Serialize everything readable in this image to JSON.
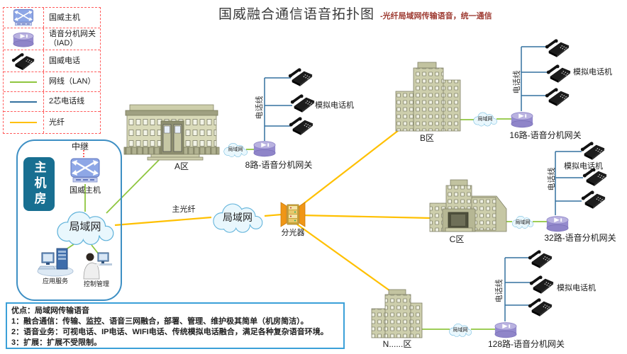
{
  "title": {
    "main": "国威融合通信语音拓扑图",
    "subtitle": "-光纤局域网传输语音，统一通信"
  },
  "legend": {
    "items": [
      {
        "icon": "host-icon",
        "label": "国威主机"
      },
      {
        "icon": "iad-gateway-icon",
        "label": "语音分机网关（IAD）"
      },
      {
        "icon": "phone-icon",
        "label": "国威电话"
      },
      {
        "icon": "lan-line",
        "label": "网线（LAN）",
        "color": "#8fc63f"
      },
      {
        "icon": "phone-line",
        "label": "2芯电话线",
        "color": "#34719f"
      },
      {
        "icon": "fiber-line",
        "label": "光纤",
        "color": "#ffc000"
      }
    ]
  },
  "machine_room": {
    "label": "主机房",
    "trunk": "中继",
    "host": "国威主机",
    "lan_cloud": "局域网",
    "app_service": "应用服务",
    "control_mgmt": "控制管理"
  },
  "backbone": {
    "main_fiber": "主光纤",
    "lan_cloud": "局域网",
    "splitter": "分光器"
  },
  "zones": [
    {
      "name": "A区",
      "cloud": "局域网",
      "gateway": "8路-语音分机网关",
      "phone_line": "电话线",
      "phones": "模拟电话机"
    },
    {
      "name": "B区",
      "cloud": "局域网",
      "gateway": "16路-语音分机网关",
      "phone_line": "电话线",
      "phones": "模拟电话机"
    },
    {
      "name": "C区",
      "cloud": "局域网",
      "gateway": "32路-语音分机网关",
      "phone_line": "电话线",
      "phones": "模拟电话机"
    },
    {
      "name": "N......区",
      "cloud": "局域网",
      "gateway": "128路-语音分机网关",
      "phone_line": "电话线",
      "phones": "模拟电话机"
    }
  ],
  "notes": {
    "line1": "优点：局域网传输语音",
    "line2": "1：融合通信：传输、监控、语音三网融合，部署、管理、维护极其简单（机房简洁）。",
    "line3": "2：语音业务：可视电话、IP电话、WIFI电话、传统模拟电话融合，满足各种复杂语音环境。",
    "line4": "3：扩展：扩展不受限制。"
  },
  "colors": {
    "lan_line": "#8fc63f",
    "phone_line": "#34719f",
    "fiber_line": "#ffc000",
    "trunk_line": "#ff2a2a",
    "cloud_fill": "#e9f7fd",
    "cloud_stroke": "#5fb2da",
    "room_border": "#3d8fc4",
    "room_tag_bg": "#186f91",
    "note_border": "#3ba0d8",
    "subtitle": "#9e3b32"
  }
}
